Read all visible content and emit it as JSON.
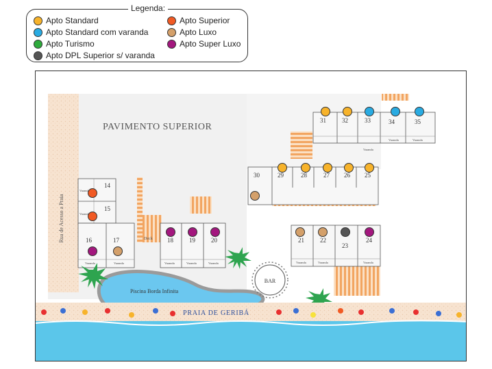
{
  "legend": {
    "title": "Legenda:",
    "items": [
      {
        "label": "Apto Standard",
        "color": "#f7b32b"
      },
      {
        "label": "Apto Superior",
        "color": "#f15a24"
      },
      {
        "label": "Apto Standard com varanda",
        "color": "#29abe2"
      },
      {
        "label": "Apto Luxo",
        "color": "#d4a06a"
      },
      {
        "label": "Apto Turismo",
        "color": "#2eab3c"
      },
      {
        "label": "Apto Super Luxo",
        "color": "#a3177e"
      },
      {
        "label": "Apto DPL Superior s/ varanda",
        "color": "#555555"
      }
    ]
  },
  "map": {
    "floor_title": "PAVIMENTO SUPERIOR",
    "street_label": "Rua de Acesso a Praia",
    "pool_label": "Piscina Borda Infinita",
    "bar_label": "BAR",
    "beach_label": "PRAIA DE GERIBÁ",
    "deck_label": "Deck",
    "varanda_label": "Varanda",
    "rooms": [
      {
        "num": "14",
        "type": "superior"
      },
      {
        "num": "15",
        "type": "superior"
      },
      {
        "num": "16",
        "type": "superluxo"
      },
      {
        "num": "17",
        "type": "luxo"
      },
      {
        "num": "18",
        "type": "superluxo"
      },
      {
        "num": "19",
        "type": "superluxo"
      },
      {
        "num": "20",
        "type": "superluxo"
      },
      {
        "num": "21",
        "type": "luxo"
      },
      {
        "num": "22",
        "type": "luxo"
      },
      {
        "num": "23",
        "type": "dpl"
      },
      {
        "num": "24",
        "type": "superluxo"
      },
      {
        "num": "25",
        "type": "standard"
      },
      {
        "num": "26",
        "type": "standard"
      },
      {
        "num": "27",
        "type": "standard"
      },
      {
        "num": "28",
        "type": "standard"
      },
      {
        "num": "29",
        "type": "standard"
      },
      {
        "num": "30",
        "type": "luxo"
      },
      {
        "num": "31",
        "type": "standard"
      },
      {
        "num": "32",
        "type": "standard"
      },
      {
        "num": "33",
        "type": "varanda"
      },
      {
        "num": "34",
        "type": "varanda"
      },
      {
        "num": "35",
        "type": "varanda"
      }
    ],
    "type_colors": {
      "standard": "#f7b32b",
      "superior": "#f15a24",
      "varanda": "#29abe2",
      "luxo": "#d4a06a",
      "superluxo": "#a3177e",
      "dpl": "#555555"
    }
  }
}
